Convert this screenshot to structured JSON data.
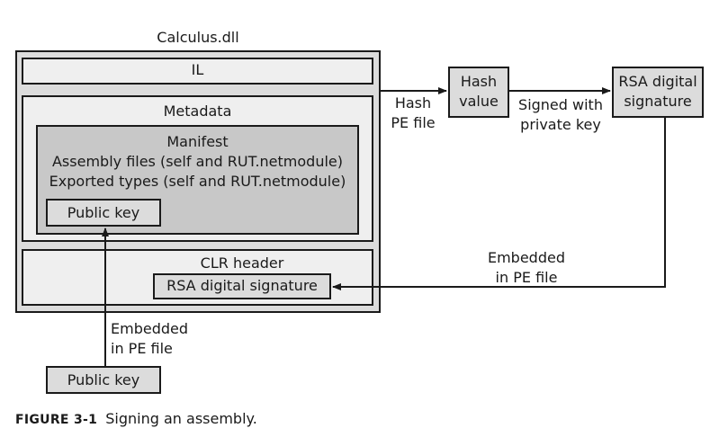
{
  "assembly": {
    "title": "Calculus.dll",
    "il_label": "IL",
    "metadata_label": "Metadata",
    "manifest": {
      "title": "Manifest",
      "line1": "Assembly files (self and RUT.netmodule)",
      "line2": "Exported types (self and RUT.netmodule)",
      "public_key": "Public key"
    },
    "clr_header": {
      "title": "CLR header",
      "rsa_signature": "RSA digital signature"
    }
  },
  "hash_box": {
    "line1": "Hash",
    "line2": "value"
  },
  "rsa_box": {
    "line1": "RSA digital",
    "line2": "signature"
  },
  "external_public_key": "Public key",
  "arrows": {
    "hash_pe": {
      "line1": "Hash",
      "line2": "PE file"
    },
    "signed": {
      "line1": "Signed with",
      "line2": "private key"
    },
    "embedded_right": {
      "line1": "Embedded",
      "line2": "in PE file"
    },
    "embedded_left": {
      "line1": "Embedded",
      "line2": "in PE file"
    }
  },
  "caption": {
    "label": "FIGURE 3-1",
    "text": "Signing an assembly."
  },
  "colors": {
    "outer_fill": "#dcdcdc",
    "section_fill": "#efefef",
    "manifest_fill": "#c8c8c8",
    "key_fill": "#dcdcdc",
    "stroke": "#1a1a1a"
  }
}
